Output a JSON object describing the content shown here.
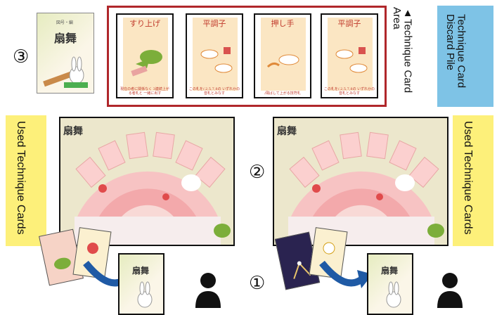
{
  "markers": {
    "one": "①",
    "two": "②",
    "three": "③"
  },
  "top": {
    "area_label": "▲Technique Card Area",
    "discard_label": "Technique Card Discard Pile",
    "deck_title": "扇舞",
    "deck_small": "図号・編",
    "cards": [
      {
        "title": "すり上げ",
        "foot": "現在の者に関係なく 3連続上がる者札と 一緒に出す"
      },
      {
        "title": "平調子",
        "foot": "この札を/,2,5,7,8の いずれかの音札とみなす"
      },
      {
        "title": "押し手",
        "foot": "/飛ばして上がる技符札"
      },
      {
        "title": "平調子",
        "foot": "この札を/,2,5,7,8の いずれかの音札とみなす"
      }
    ]
  },
  "players": {
    "left_label": "Used Technique Cards",
    "right_label": "Used Technique Cards",
    "board_logo": "扇舞",
    "deck_title": "扇舞"
  },
  "colors": {
    "red_frame": "#b0272b",
    "discard_bg": "#7ec3e6",
    "yellow_label": "#fdf07a",
    "arrow": "#1f5aa5"
  }
}
